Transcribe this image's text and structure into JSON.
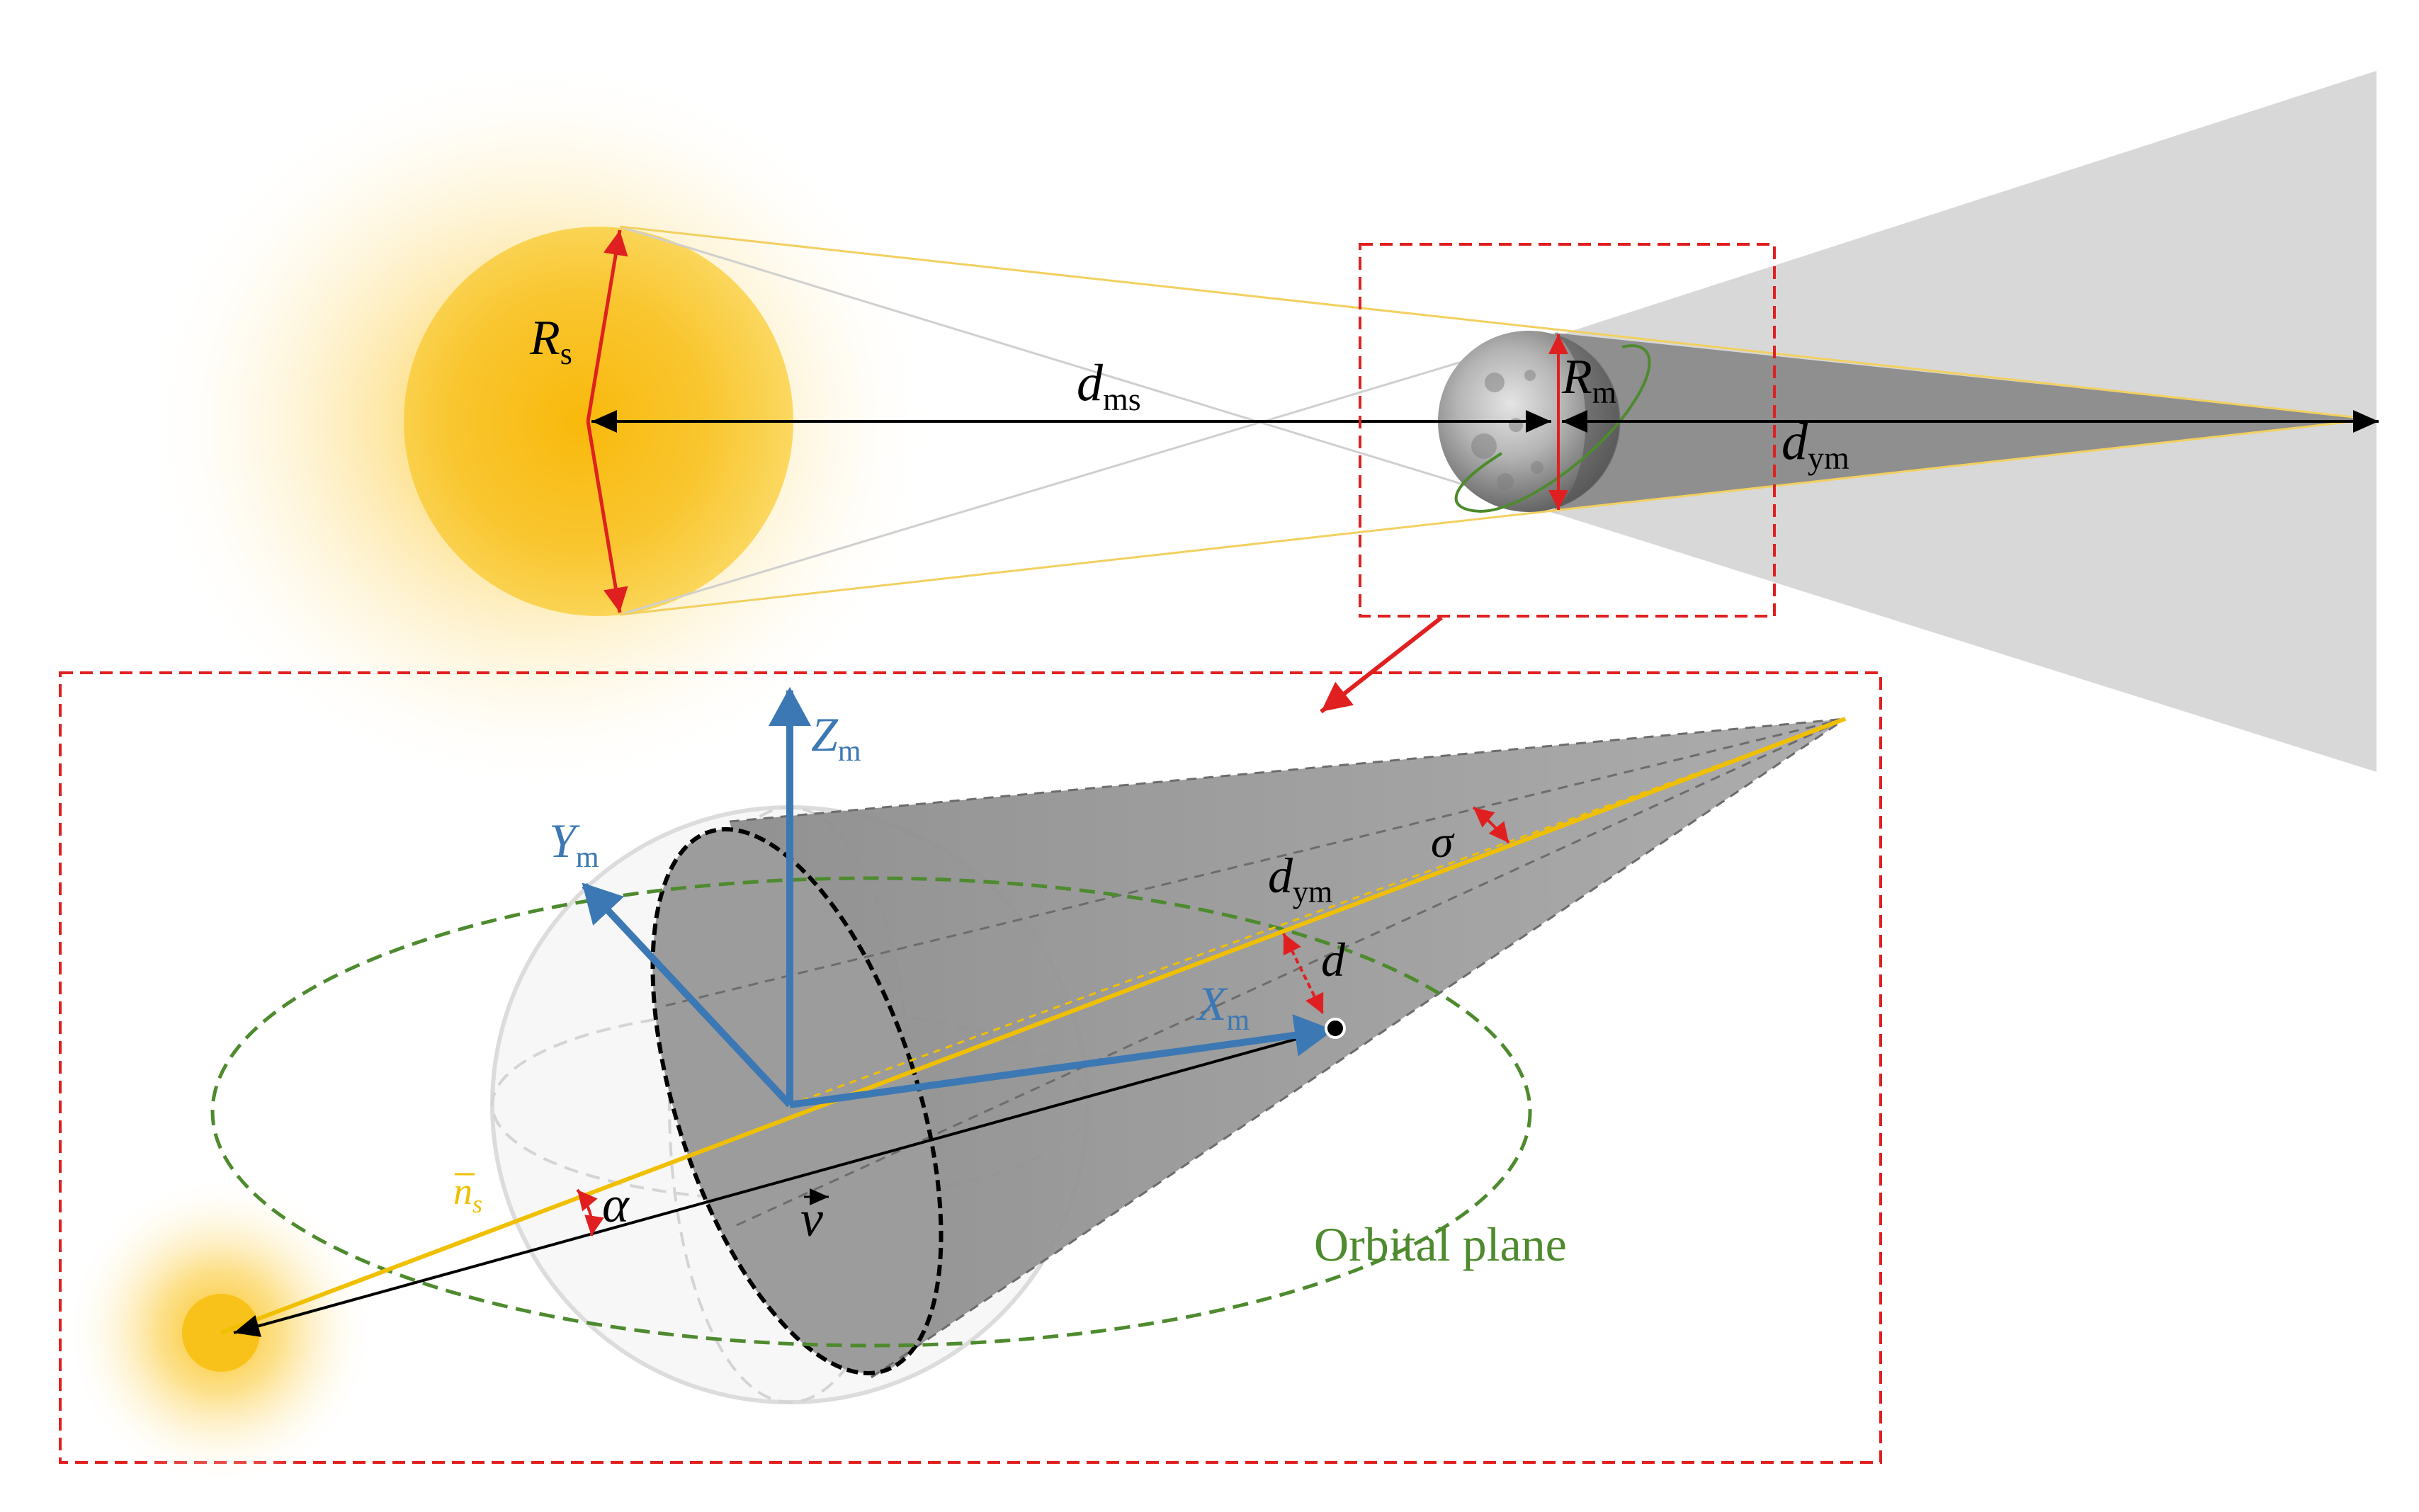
{
  "labels": {
    "rs_main": "R",
    "rs_sub": "s",
    "dms_main": "d",
    "dms_sub": "ms",
    "rm_main": "R",
    "rm_sub": "m",
    "dym_main": "d",
    "dym_sub": "ym",
    "zm_main": "Z",
    "zm_sub": "m",
    "ym_main": "Y",
    "ym_sub": "m",
    "xm_main": "X",
    "xm_sub": "m",
    "sigma": "σ",
    "dym2_main": "d",
    "dym2_sub": "ym",
    "d": "d",
    "alpha": "α",
    "v": "v",
    "ns_main": "n",
    "ns_sub": "s",
    "orbital_plane": "Orbital plane"
  },
  "colors": {
    "sun": "#f8c21a",
    "sun_glow": "#fde9a6",
    "shadow_dark": "#a6a6a6",
    "shadow_light": "#d9d9d9",
    "axis_blue": "#3c78b4",
    "red": "#e02020",
    "orbit_green": "#4e8a2e",
    "sun_direction": "#f0c000",
    "label_blue": "#3c78b4",
    "label_green": "#4e8a2e"
  },
  "icons": {
    "moon": "moon-sphere-icon",
    "sun_large": "sun-disk-icon",
    "sun_small": "sun-small-icon"
  }
}
